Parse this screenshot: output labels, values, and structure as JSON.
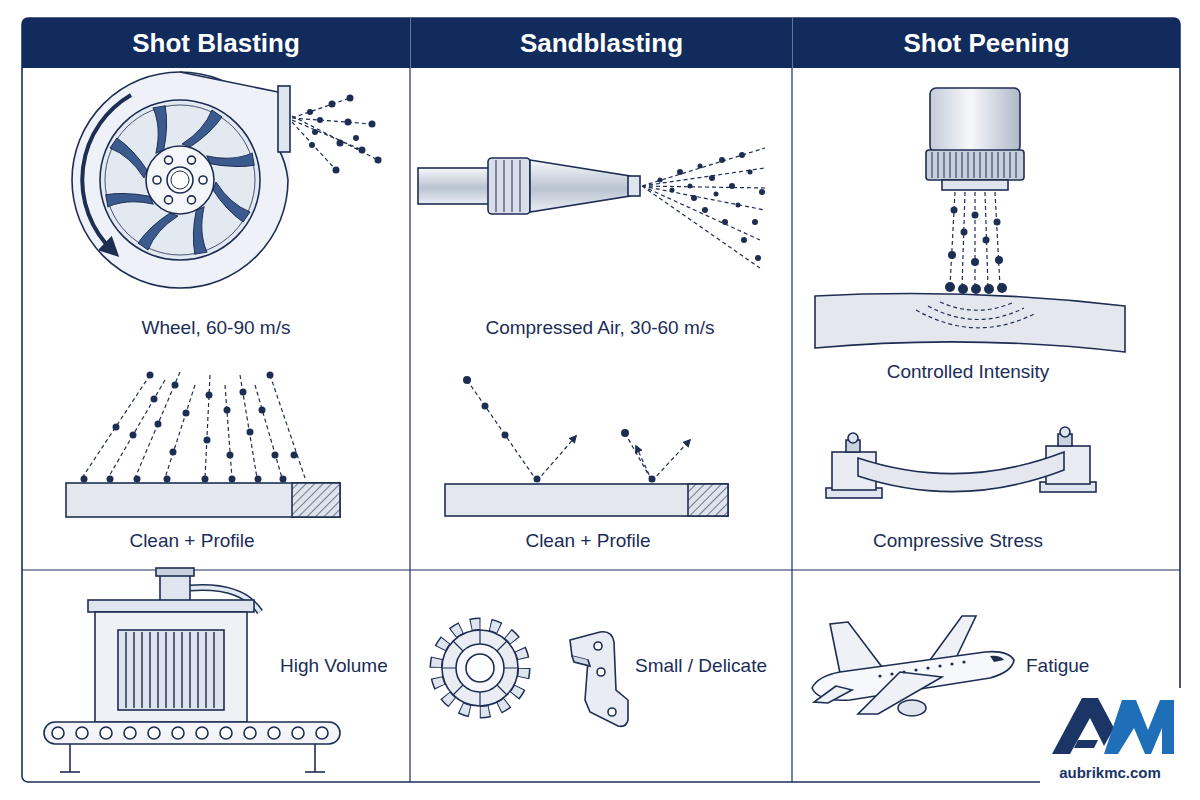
{
  "diagram": {
    "nodes": [
      {
        "text": [
          "Shot Blasting"
        ]
      },
      {
        "text": [
          "Sandblasting"
        ]
      },
      {
        "text": [
          "Shot Peening"
        ]
      }
    ],
    "labels": [
      "Wheel, 60-90 m/s",
      "Compressed Air, 30-60 m/s",
      "Controlled Intensity",
      "Clean + Profile",
      "Clean + Profile",
      "Compressive Stress",
      "High Volume",
      "Small / Delicate",
      "Fatigue",
      "aubrikmc.com"
    ]
  }
}
